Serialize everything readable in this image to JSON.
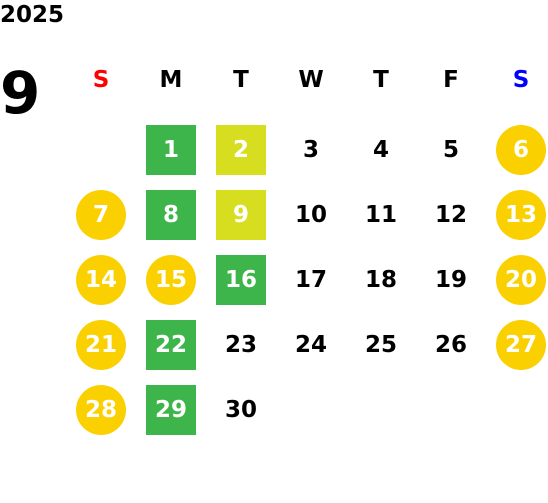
{
  "year": "2025",
  "month": "9",
  "weekdays": [
    {
      "label": "S",
      "color": "#ff0000"
    },
    {
      "label": "M",
      "color": "#000000"
    },
    {
      "label": "T",
      "color": "#000000"
    },
    {
      "label": "W",
      "color": "#000000"
    },
    {
      "label": "T",
      "color": "#000000"
    },
    {
      "label": "F",
      "color": "#000000"
    },
    {
      "label": "S",
      "color": "#0000ff"
    }
  ],
  "colors": {
    "green": "#3db54a",
    "lime": "#d7dd1f",
    "yellow": "#fbd000",
    "text": "#000000"
  },
  "weeks": [
    [
      null,
      {
        "d": "1",
        "m": "green"
      },
      {
        "d": "2",
        "m": "lime"
      },
      {
        "d": "3"
      },
      {
        "d": "4"
      },
      {
        "d": "5"
      },
      {
        "d": "6",
        "m": "yellow"
      }
    ],
    [
      {
        "d": "7",
        "m": "yellow"
      },
      {
        "d": "8",
        "m": "green"
      },
      {
        "d": "9",
        "m": "lime"
      },
      {
        "d": "10"
      },
      {
        "d": "11"
      },
      {
        "d": "12"
      },
      {
        "d": "13",
        "m": "yellow"
      }
    ],
    [
      {
        "d": "14",
        "m": "yellow"
      },
      {
        "d": "15",
        "m": "yellow"
      },
      {
        "d": "16",
        "m": "green"
      },
      {
        "d": "17"
      },
      {
        "d": "18"
      },
      {
        "d": "19"
      },
      {
        "d": "20",
        "m": "yellow"
      }
    ],
    [
      {
        "d": "21",
        "m": "yellow"
      },
      {
        "d": "22",
        "m": "green"
      },
      {
        "d": "23"
      },
      {
        "d": "24"
      },
      {
        "d": "25"
      },
      {
        "d": "26"
      },
      {
        "d": "27",
        "m": "yellow"
      }
    ],
    [
      {
        "d": "28",
        "m": "yellow"
      },
      {
        "d": "29",
        "m": "green"
      },
      {
        "d": "30"
      },
      null,
      null,
      null,
      null
    ]
  ]
}
